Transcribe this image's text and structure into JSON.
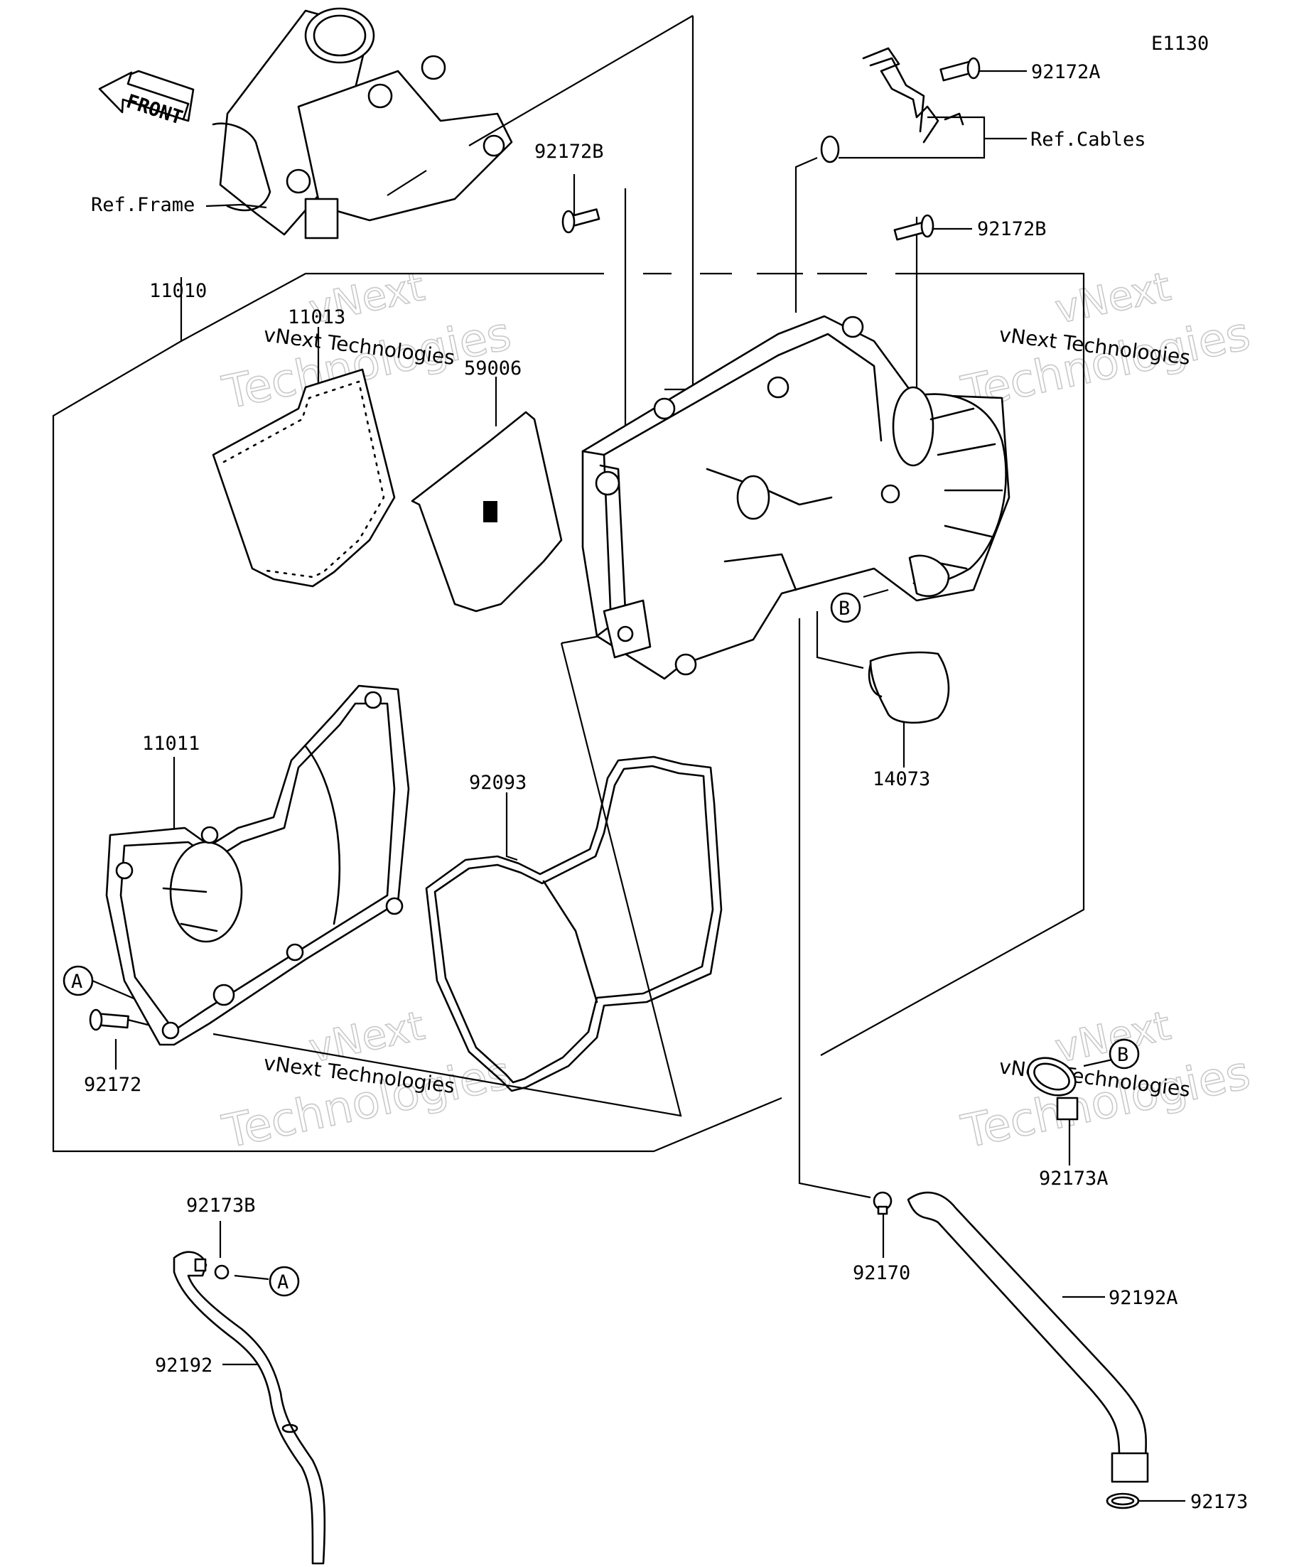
{
  "diagram_code": "E1130",
  "refs": {
    "frame": "Ref.Frame",
    "cables": "Ref.Cables"
  },
  "front_label": "FRONT",
  "callouts": {
    "a": "A",
    "b": "B"
  },
  "parts": {
    "p11010": "11010",
    "p11013": "11013",
    "p59006": "59006",
    "p11011": "11011",
    "p92093": "92093",
    "p14073": "14073",
    "p92172": "92172",
    "p92172A": "92172A",
    "p92172B_left": "92172B",
    "p92172B_right": "92172B",
    "p92173A": "92173A",
    "p92173B": "92173B",
    "p92170": "92170",
    "p92192": "92192",
    "p92192A": "92192A",
    "p92173": "92173"
  },
  "watermark": {
    "brand": "vNext",
    "word": "Technologies",
    "full": "vNext Technologies"
  }
}
